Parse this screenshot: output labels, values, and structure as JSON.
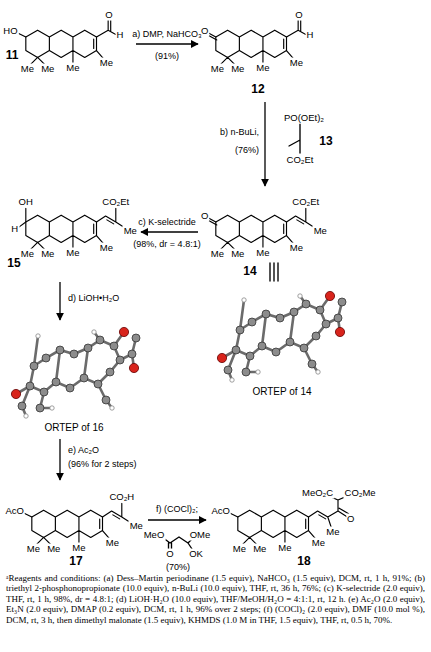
{
  "diagram": {
    "caption": "ᵃReagents and conditions: (a) Dess–Martin periodinane (1.5 equiv), NaHCO₃ (1.5 equiv), DCM, rt, 1 h, 91%; (b) triethyl 2-phosphonopropionate (10.0 equiv), n-BuLi (10.0 equiv), THF, rt, 36 h, 76%; (c) K-selectride (2.0 equiv), THF, rt, 1 h, 98%, dr = 4.8:1; (d) LiOH·H₂O (10.0 equiv), THF/MeOH/H₂O = 4:1:1, rt, 12 h. (e) Ac₂O (2.0 equiv), Et₃N (2.0 equiv), DMAP (0.2 equiv), DCM, rt, 1 h, 96% over 2 steps; (f) (COCl)₂ (2.0 equiv), DMF (10.0 mol %), DCM, rt, 3 h, then dimethyl malonate (1.5 equiv), KHMDS (1.0 M in THF, 1.5 equiv), THF, rt, 0.5 h, 70%.",
    "nodes": [
      {
        "text": [
          "11"
        ]
      },
      {
        "text": [
          "12"
        ]
      },
      {
        "text": [
          "14"
        ]
      },
      {
        "text": [
          "15"
        ]
      },
      {
        "text": [
          "ORTEP of 16"
        ]
      },
      {
        "text": [
          "ORTEP of 14"
        ]
      },
      {
        "text": [
          "17"
        ]
      },
      {
        "text": [
          "18"
        ]
      }
    ],
    "edges": [
      {
        "from": 0,
        "to": 1,
        "arrow": "to",
        "label": "a) DMP, NaHCO₃"
      },
      {
        "from": 1,
        "to": 2,
        "arrow": "to",
        "label": "b) n-BuLi,"
      },
      {
        "from": 2,
        "to": 3,
        "arrow": "to",
        "label": "c) K-selectride"
      },
      {
        "from": 3,
        "to": 4,
        "arrow": "to",
        "label": "d) LiOH•H₂O"
      },
      {
        "from": 4,
        "to": 6,
        "arrow": "to",
        "label": "e) Ac₂O"
      },
      {
        "from": 6,
        "to": 7,
        "arrow": "to",
        "label": "f) (COCl)₂;"
      }
    ],
    "labels": [
      "HO",
      "O",
      "H",
      "Me",
      "Me",
      "Me",
      "Me",
      "(91%)",
      "O",
      "O",
      "H",
      "Me",
      "Me",
      "Me",
      "Me",
      "(76%)",
      "PO(OEt)₂",
      "CO₂Et",
      "13",
      "O",
      "CO₂Et",
      "Me",
      "Me",
      "Me",
      "Me",
      "Me",
      "(98%, dr = 4.8:1)",
      "OH",
      "H",
      "CO₂Et",
      "Me",
      "Me",
      "Me",
      "Me",
      "Me",
      "(96% for 2 steps)",
      "AcO",
      "CO₂H",
      "Me",
      "Me",
      "Me",
      "Me",
      "Me",
      "MeO",
      "OMe",
      "O",
      "OK",
      "(70%)",
      "AcO",
      "MeO₂C",
      "CO₂Me",
      "O",
      "Me",
      "Me",
      "Me",
      "Me",
      "Me"
    ]
  }
}
